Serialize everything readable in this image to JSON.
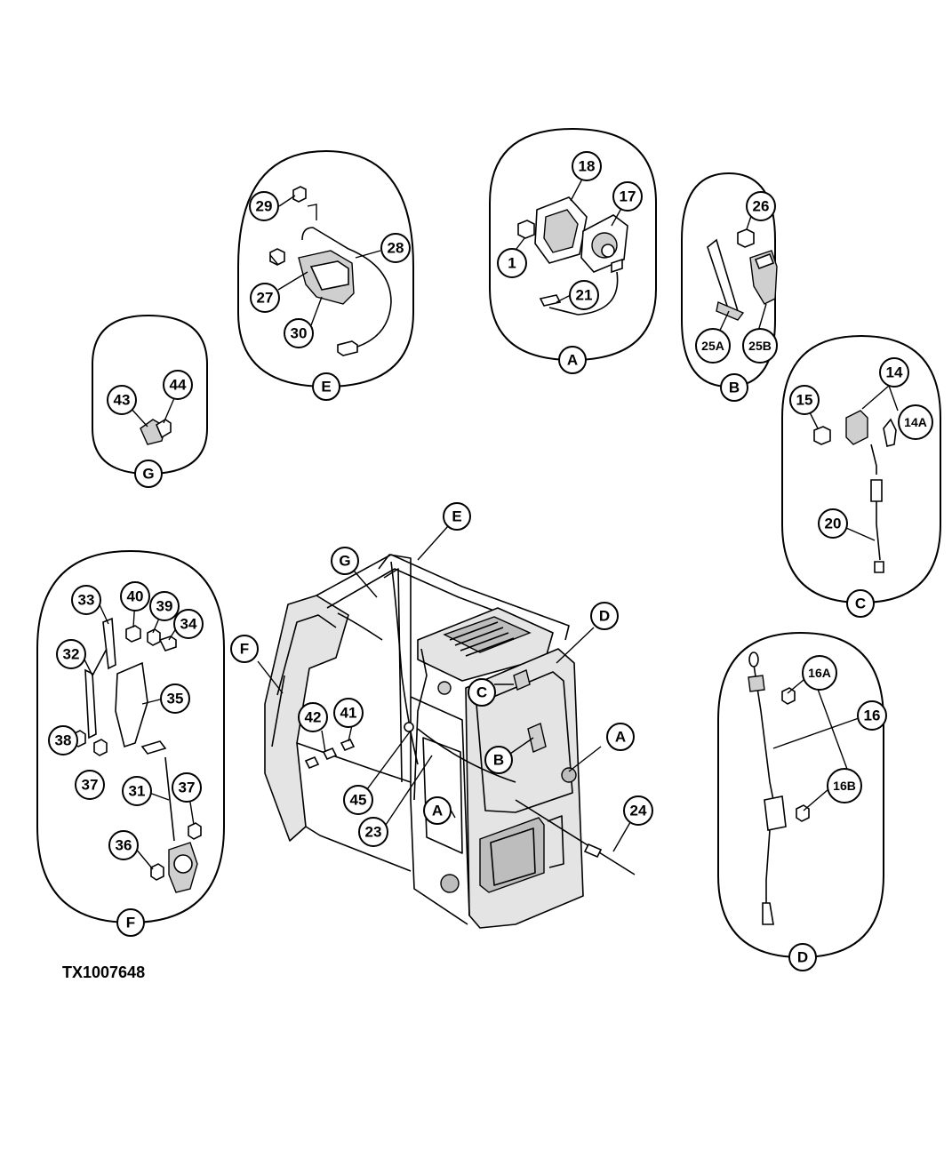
{
  "figure_id": "TX1007648",
  "detail_letters": [
    "A",
    "B",
    "C",
    "D",
    "E",
    "F",
    "G"
  ],
  "callouts": {
    "c1": "1",
    "c14": "14",
    "c14a": "14A",
    "c15": "15",
    "c16": "16",
    "c16a": "16A",
    "c16b": "16B",
    "c17": "17",
    "c18": "18",
    "c20": "20",
    "c21": "21",
    "c23": "23",
    "c24": "24",
    "c25a": "25A",
    "c25b": "25B",
    "c26": "26",
    "c27": "27",
    "c28": "28",
    "c29": "29",
    "c30": "30",
    "c31": "31",
    "c32": "32",
    "c33": "33",
    "c34": "34",
    "c35": "35",
    "c36": "36",
    "c37a": "37",
    "c37b": "37",
    "c38": "38",
    "c39": "39",
    "c40": "40",
    "c41": "41",
    "c42": "42",
    "c43": "43",
    "c44": "44",
    "c45": "45",
    "lA1": "A",
    "lA2": "A",
    "lA3": "A",
    "lB1": "B",
    "lB2": "B",
    "lC1": "C",
    "lC2": "C",
    "lD1": "D",
    "lD2": "D",
    "lE1": "E",
    "lE2": "E",
    "lF1": "F",
    "lF2": "F",
    "lG1": "G",
    "lG2": "G"
  }
}
